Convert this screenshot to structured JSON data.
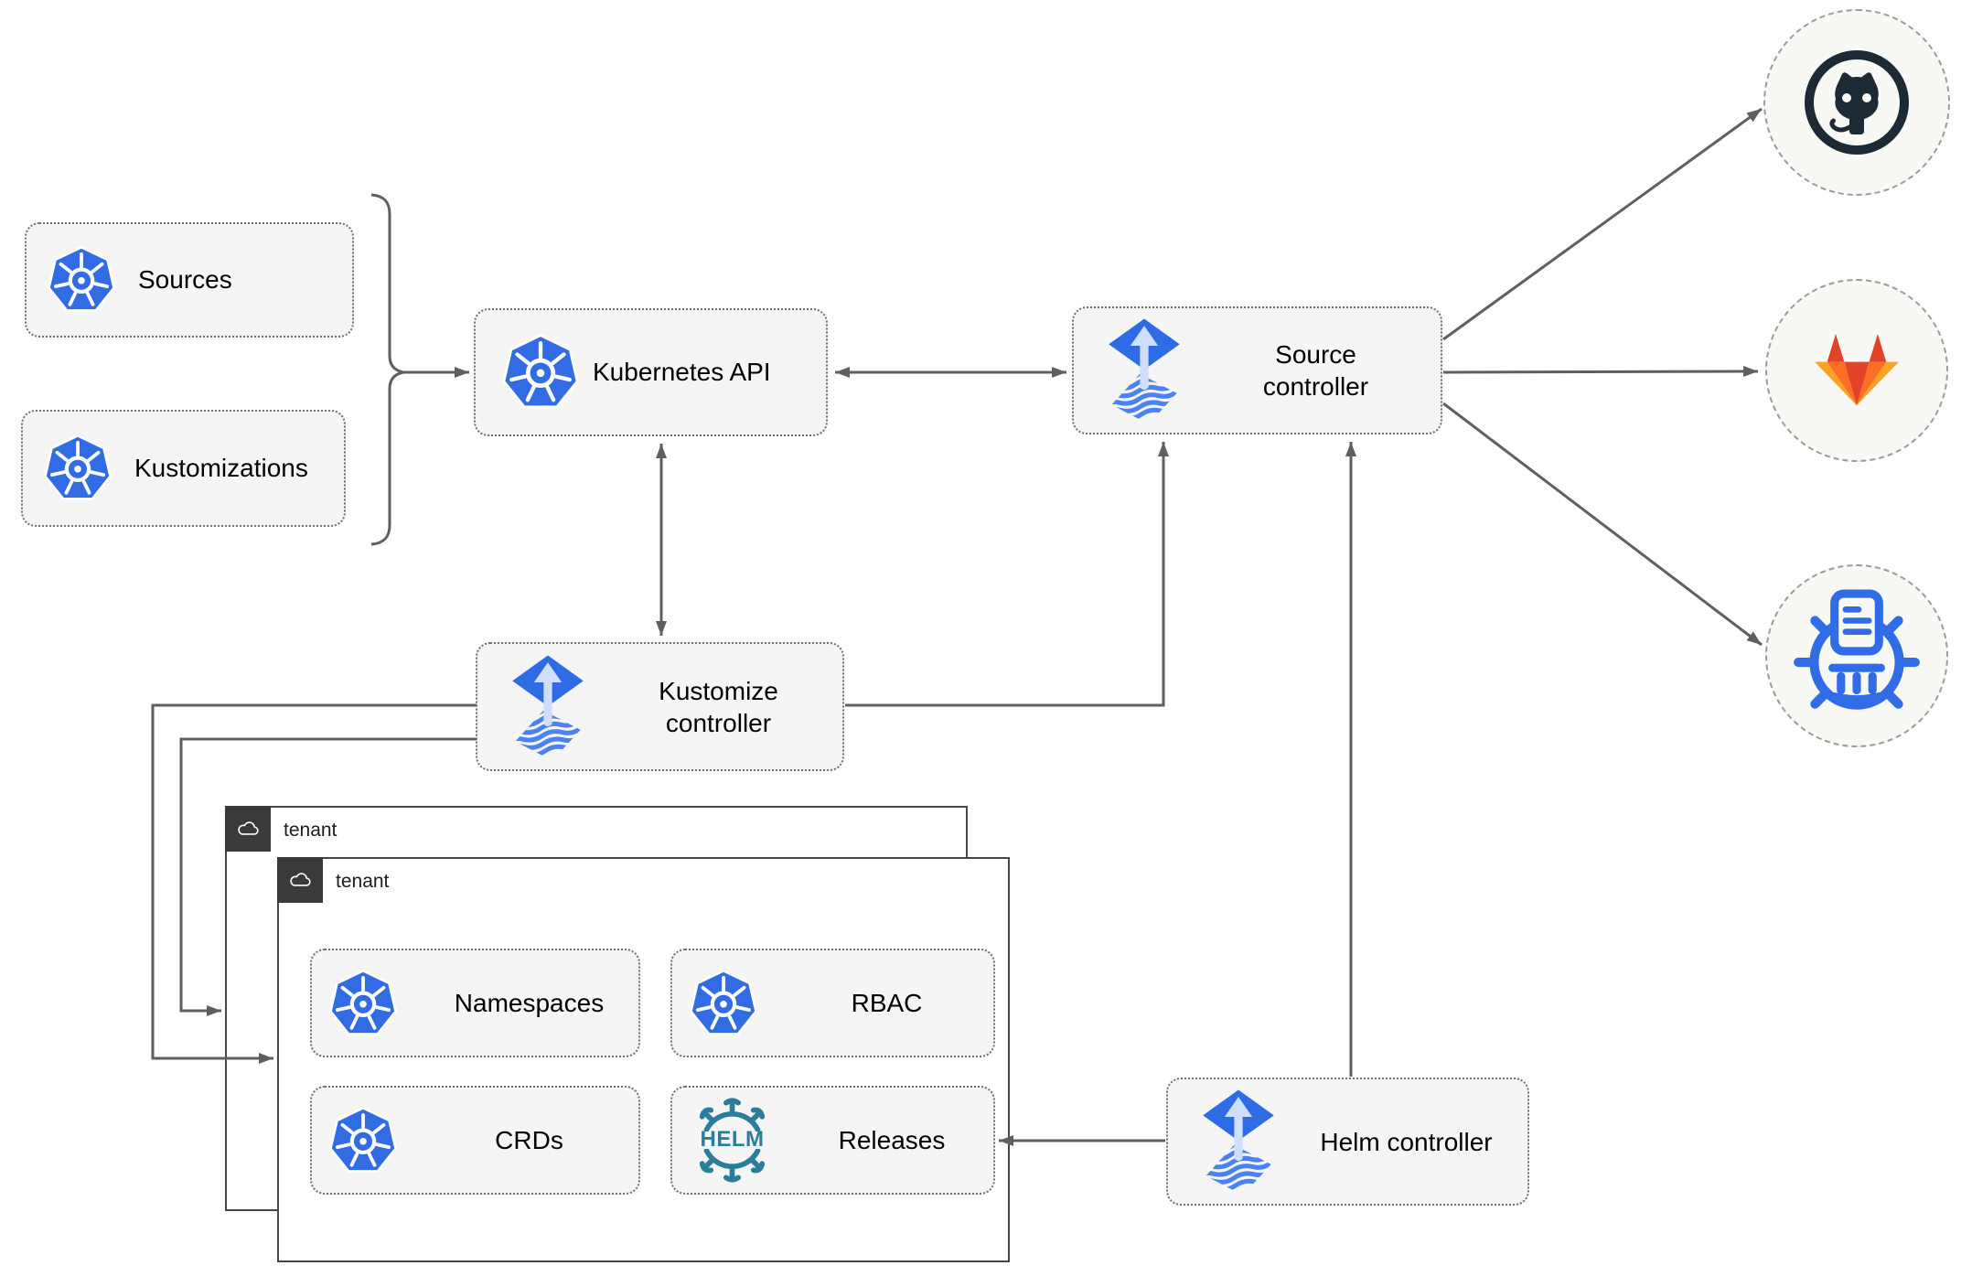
{
  "nodes": {
    "sources": {
      "label": "Sources",
      "icon": "kubernetes-icon"
    },
    "kustomizations": {
      "label": "Kustomizations",
      "icon": "kubernetes-icon"
    },
    "kubernetes_api": {
      "label": "Kubernetes API",
      "icon": "kubernetes-icon"
    },
    "source_controller": {
      "label": "Source controller",
      "icon": "flux-icon"
    },
    "kustomize_controller": {
      "label": "Kustomize controller",
      "icon": "flux-icon"
    },
    "helm_controller": {
      "label": "Helm controller",
      "icon": "flux-icon"
    },
    "namespaces": {
      "label": "Namespaces",
      "icon": "kubernetes-icon"
    },
    "rbac": {
      "label": "RBAC",
      "icon": "kubernetes-icon"
    },
    "crds": {
      "label": "CRDs",
      "icon": "kubernetes-icon"
    },
    "releases": {
      "label": "Releases",
      "icon": "helm-icon"
    }
  },
  "groups": {
    "tenant_back": {
      "label": "tenant",
      "icon": "cloud-icon"
    },
    "tenant_front": {
      "label": "tenant",
      "icon": "cloud-icon"
    }
  },
  "external_targets": {
    "github": {
      "icon": "github-icon"
    },
    "gitlab": {
      "icon": "gitlab-icon"
    },
    "chart_registry": {
      "icon": "chartmuseum-icon"
    }
  },
  "logos": {
    "helm_wordmark": "HELM"
  },
  "colors": {
    "kubernetes_blue": "#326ce5",
    "flux_blue": "#2e6ce6",
    "flux_light_arrow": "#cfdffb",
    "helm_teal": "#2b7d9c",
    "github_dark": "#1b2a35",
    "gitlab_red": "#e24329",
    "gitlab_orange": "#fc6d26",
    "gitlab_amber": "#fca326",
    "chartmuseum_blue": "#2f6ce5",
    "connector_gray": "#5f5f5f",
    "node_fill": "#f5f5f5",
    "node_border": "#6f6f6f",
    "tenant_header_bg": "#3a3a3a",
    "circle_fill": "#f8f8f4"
  }
}
